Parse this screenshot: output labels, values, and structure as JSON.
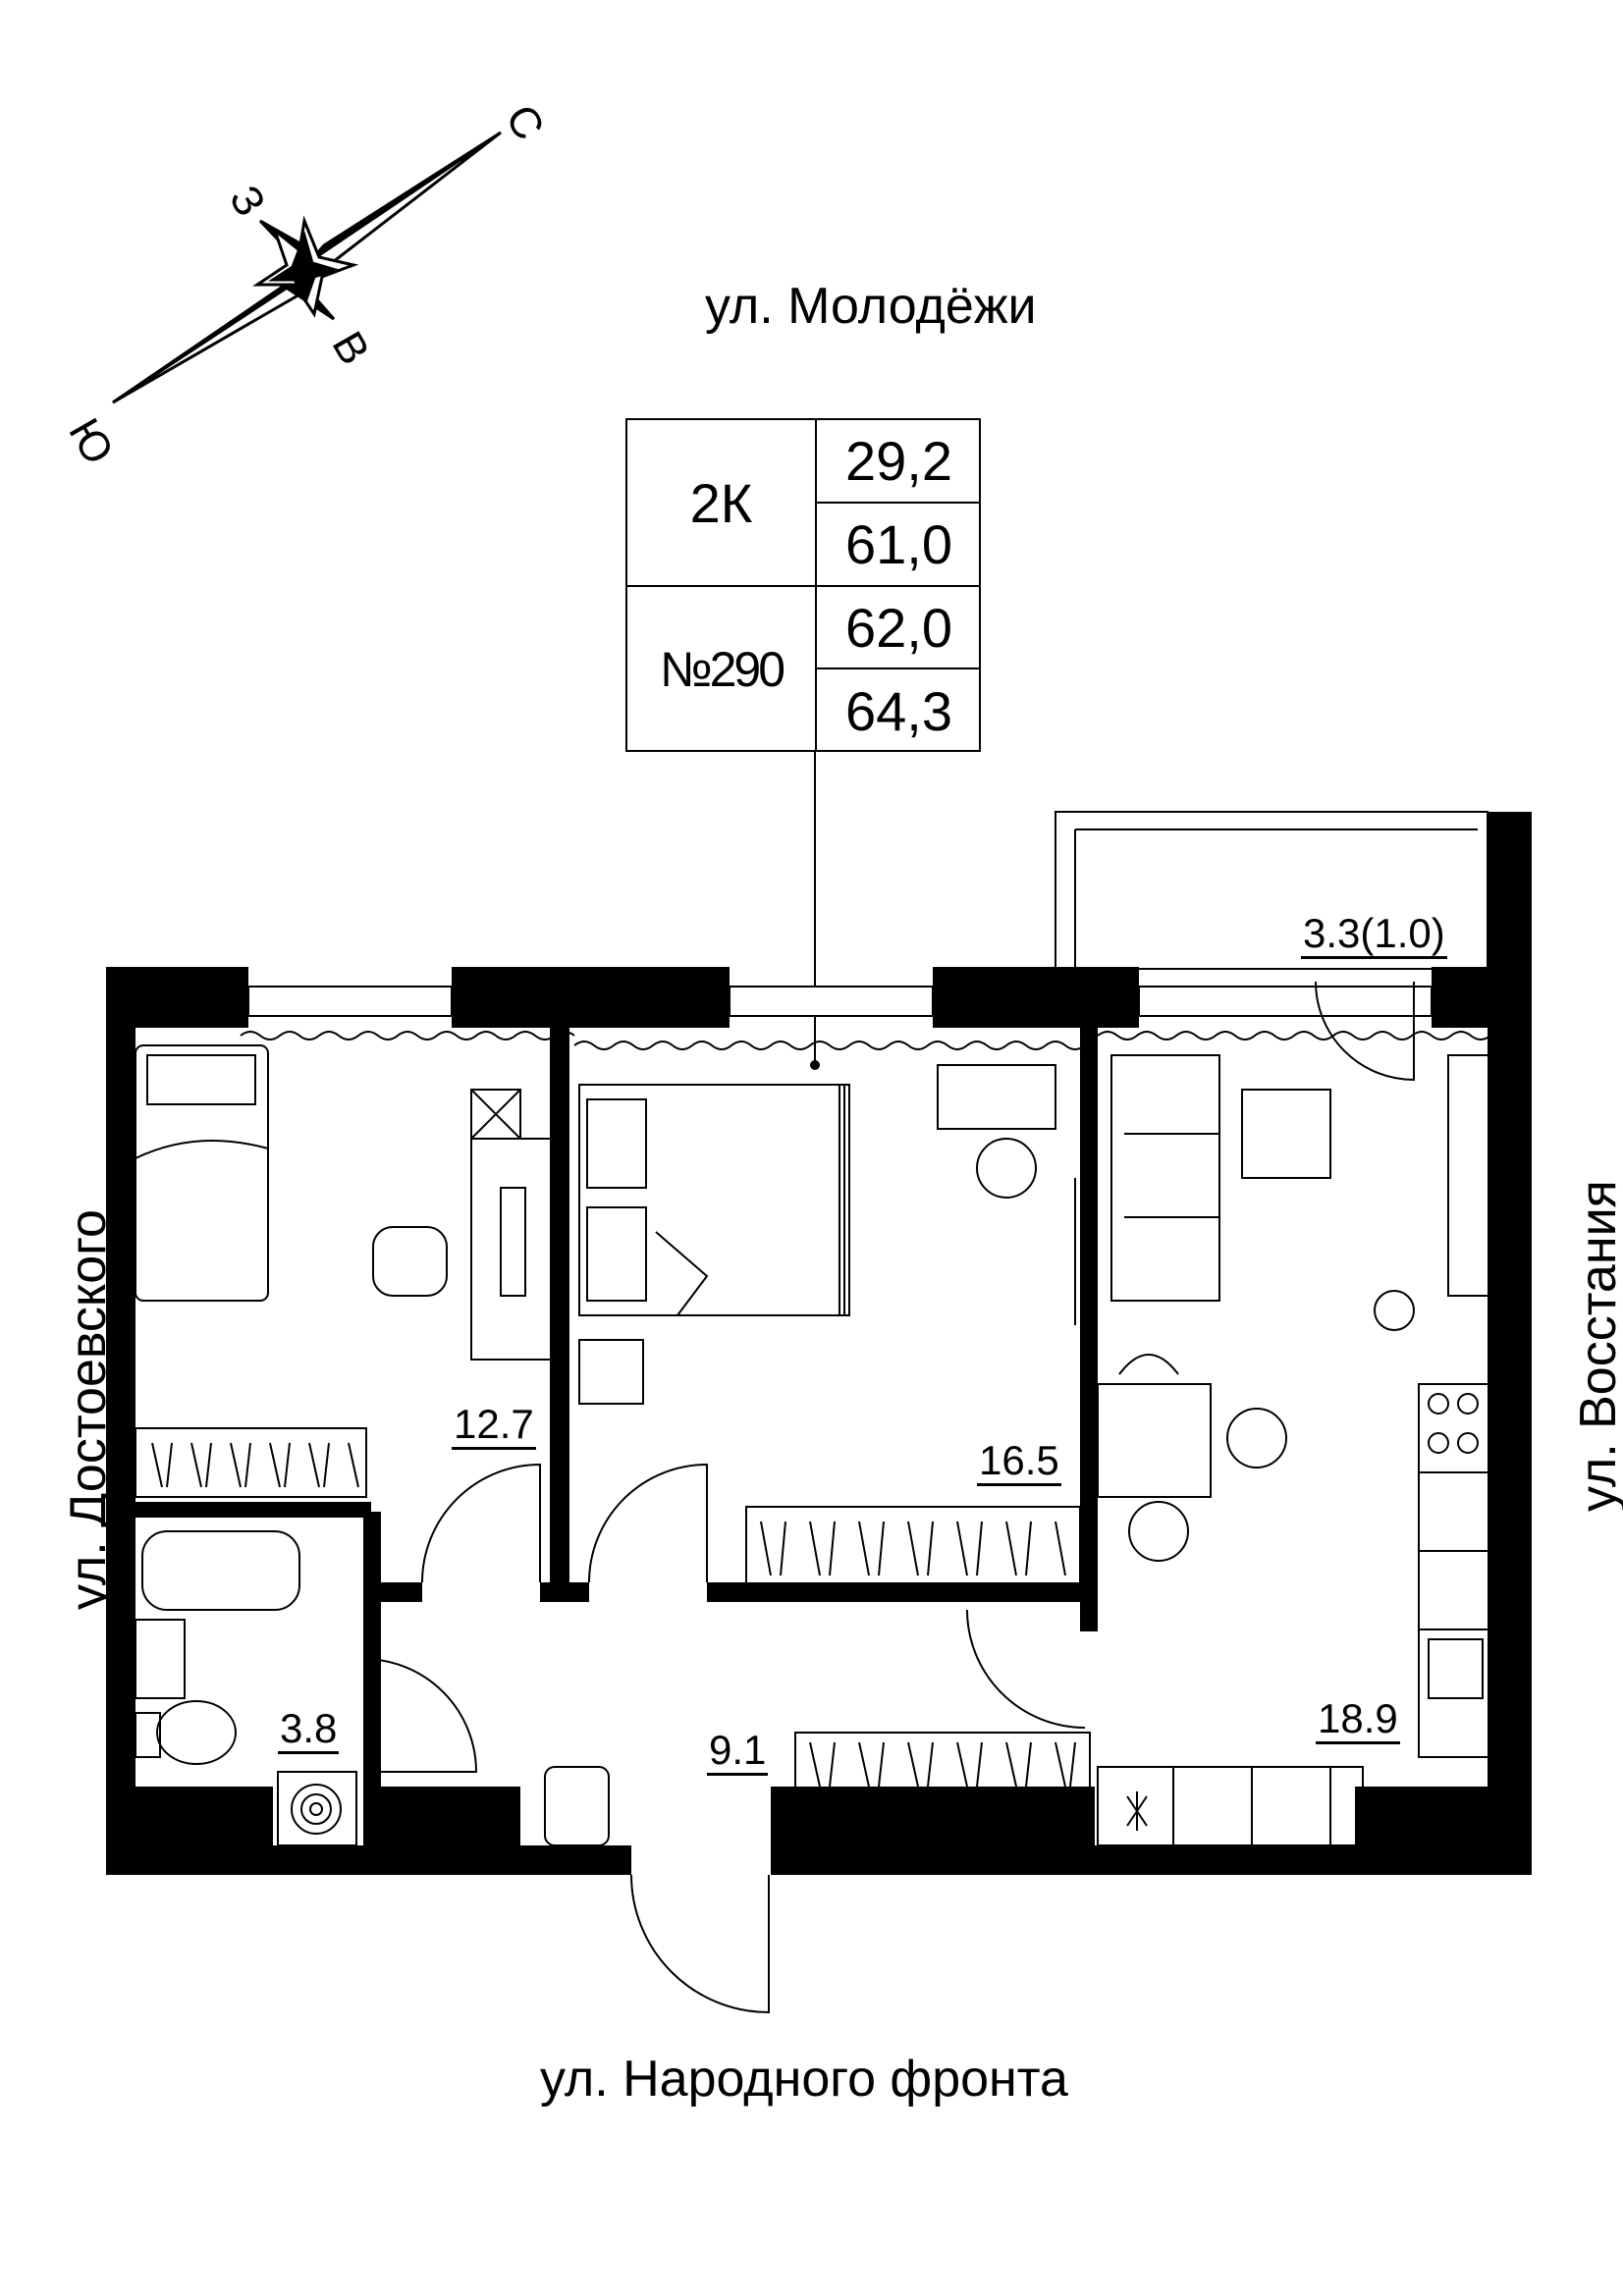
{
  "streets": {
    "top": "ул. Молодёжи",
    "bottom": "ул. Народного фронта",
    "left": "ул. Достоевского",
    "right": "ул. Восстания"
  },
  "compass": {
    "north": "С",
    "south": "Ю",
    "east": "В",
    "west": "З"
  },
  "apartment": {
    "type": "2К",
    "number": "№290",
    "living_area": "29,2",
    "area_without_balcony": "61,0",
    "area_reduced": "62,0",
    "total_area": "64,3"
  },
  "rooms": {
    "bedroom_small": "12.7",
    "bedroom_main": "16.5",
    "kitchen_living": "18.9",
    "bathroom": "3.8",
    "hall": "9.1",
    "balcony": "3.3(1.0)"
  }
}
